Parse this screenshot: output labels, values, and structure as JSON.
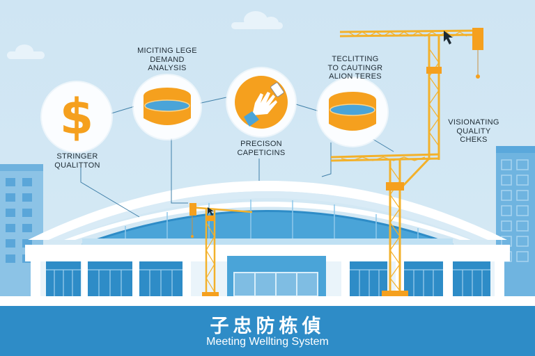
{
  "scene": {
    "description": "Infographic illustration of a building with cranes and process nodes",
    "colors": {
      "sky": "#cfe5f3",
      "accent_orange": "#f5a01e",
      "crane_yellow": "#f3b12a",
      "building_blue": "#2e8cc7",
      "glass_blue": "#4aa4d8",
      "light_blue": "#7fbde3",
      "white": "#ffffff",
      "text_dark": "#1d2a33",
      "banner_bg": "#2e8cc7"
    }
  },
  "nodes": [
    {
      "id": "cost",
      "icon": "dollar-sign-icon",
      "glyph": "$",
      "label_lines": [
        "STRINGER",
        "QUALITTON"
      ]
    },
    {
      "id": "demand",
      "icon": "cylinder-disc-icon",
      "label_lines": [
        "MICITING LEGE",
        "DEMAND",
        "ANALYSIS"
      ]
    },
    {
      "id": "precision",
      "icon": "hand-icon",
      "label_lines": [
        "PRECISON",
        "CAPETICINS"
      ]
    },
    {
      "id": "tolerance",
      "icon": "cylinder-disc-icon",
      "label_lines": [
        "TECLITTING",
        "TO CAUTINGR",
        "ALION TERES"
      ]
    }
  ],
  "side_label": {
    "label_lines": [
      "VISIONATING",
      "QUALITY",
      "CHEKS"
    ]
  },
  "banner": {
    "title": "子忠防栋偵",
    "subtitle": "Meeting Wellting System"
  }
}
